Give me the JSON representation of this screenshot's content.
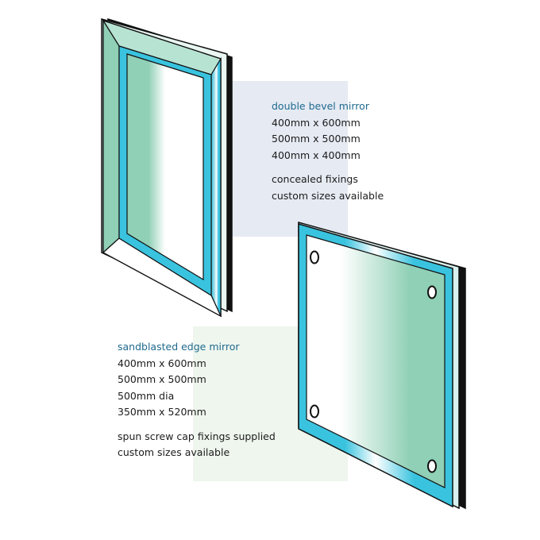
{
  "double_bevel": {
    "title": "double bevel mirror",
    "sizes": [
      "400mm x 600mm",
      "500mm x 500mm",
      "400mm x 400mm"
    ],
    "notes": [
      "concealed fixings",
      "custom sizes available"
    ]
  },
  "sandblasted": {
    "title": "sandblasted edge mirror",
    "sizes": [
      "400mm x 600mm",
      "500mm x 500mm",
      "500mm dia",
      "350mm x 520mm"
    ],
    "notes": [
      "spun screw cap fixings supplied",
      "custom sizes available"
    ]
  },
  "colors": {
    "heading": "#1f6a8e",
    "text": "#1c1c1c",
    "panel_top": "#e6eaf3",
    "panel_bottom": "#eef6ee",
    "glass_edge": "#39c3df",
    "glass_face": "#8fd0b6"
  }
}
